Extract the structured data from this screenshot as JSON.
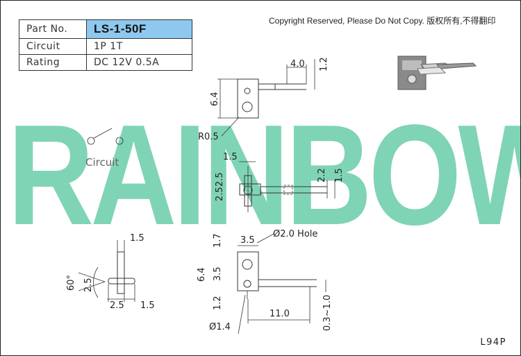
{
  "spec_table": {
    "part_no_label": "Part No.",
    "part_no_value": "LS-1-50F",
    "circuit_label": "Circuit",
    "circuit_value": "1P 1T",
    "rating_label": "Rating",
    "rating_value": "DC 12V 0.5A"
  },
  "copyright": "Copyright Reserved, Please Do Not Copy. 版权所有,不得翻印",
  "brand_watermark": "RAINBOW",
  "circuit_symbol_label": "Circuit",
  "dimensions": {
    "top_view": {
      "width": "4.0",
      "pin_height": "1.2",
      "height": "6.4",
      "radius": "R0.5"
    },
    "middle_view": {
      "offset": "1.5",
      "left_a": "2.5",
      "left_b": "2.5",
      "right_a": "2.2",
      "right_b": "1.5"
    },
    "side_view": {
      "pin_width": "1.5",
      "angle": "60°",
      "height": "2.5",
      "base_a": "2.5",
      "base_b": "1.5"
    },
    "bottom_view": {
      "top_gap": "1.7",
      "width": "3.5",
      "hole": "Ø2.0 Hole",
      "height": "6.4",
      "hole_pitch": "3.5",
      "bottom_gap": "1.2",
      "lead_length": "11.0",
      "thickness": "0.3~1.0",
      "lead_diameter": "Ø1.4"
    }
  },
  "drawing_code": "L94P",
  "colors": {
    "part_no_bg": "#8ec8ee",
    "watermark": "#7fd4b5",
    "border": "#222222"
  }
}
